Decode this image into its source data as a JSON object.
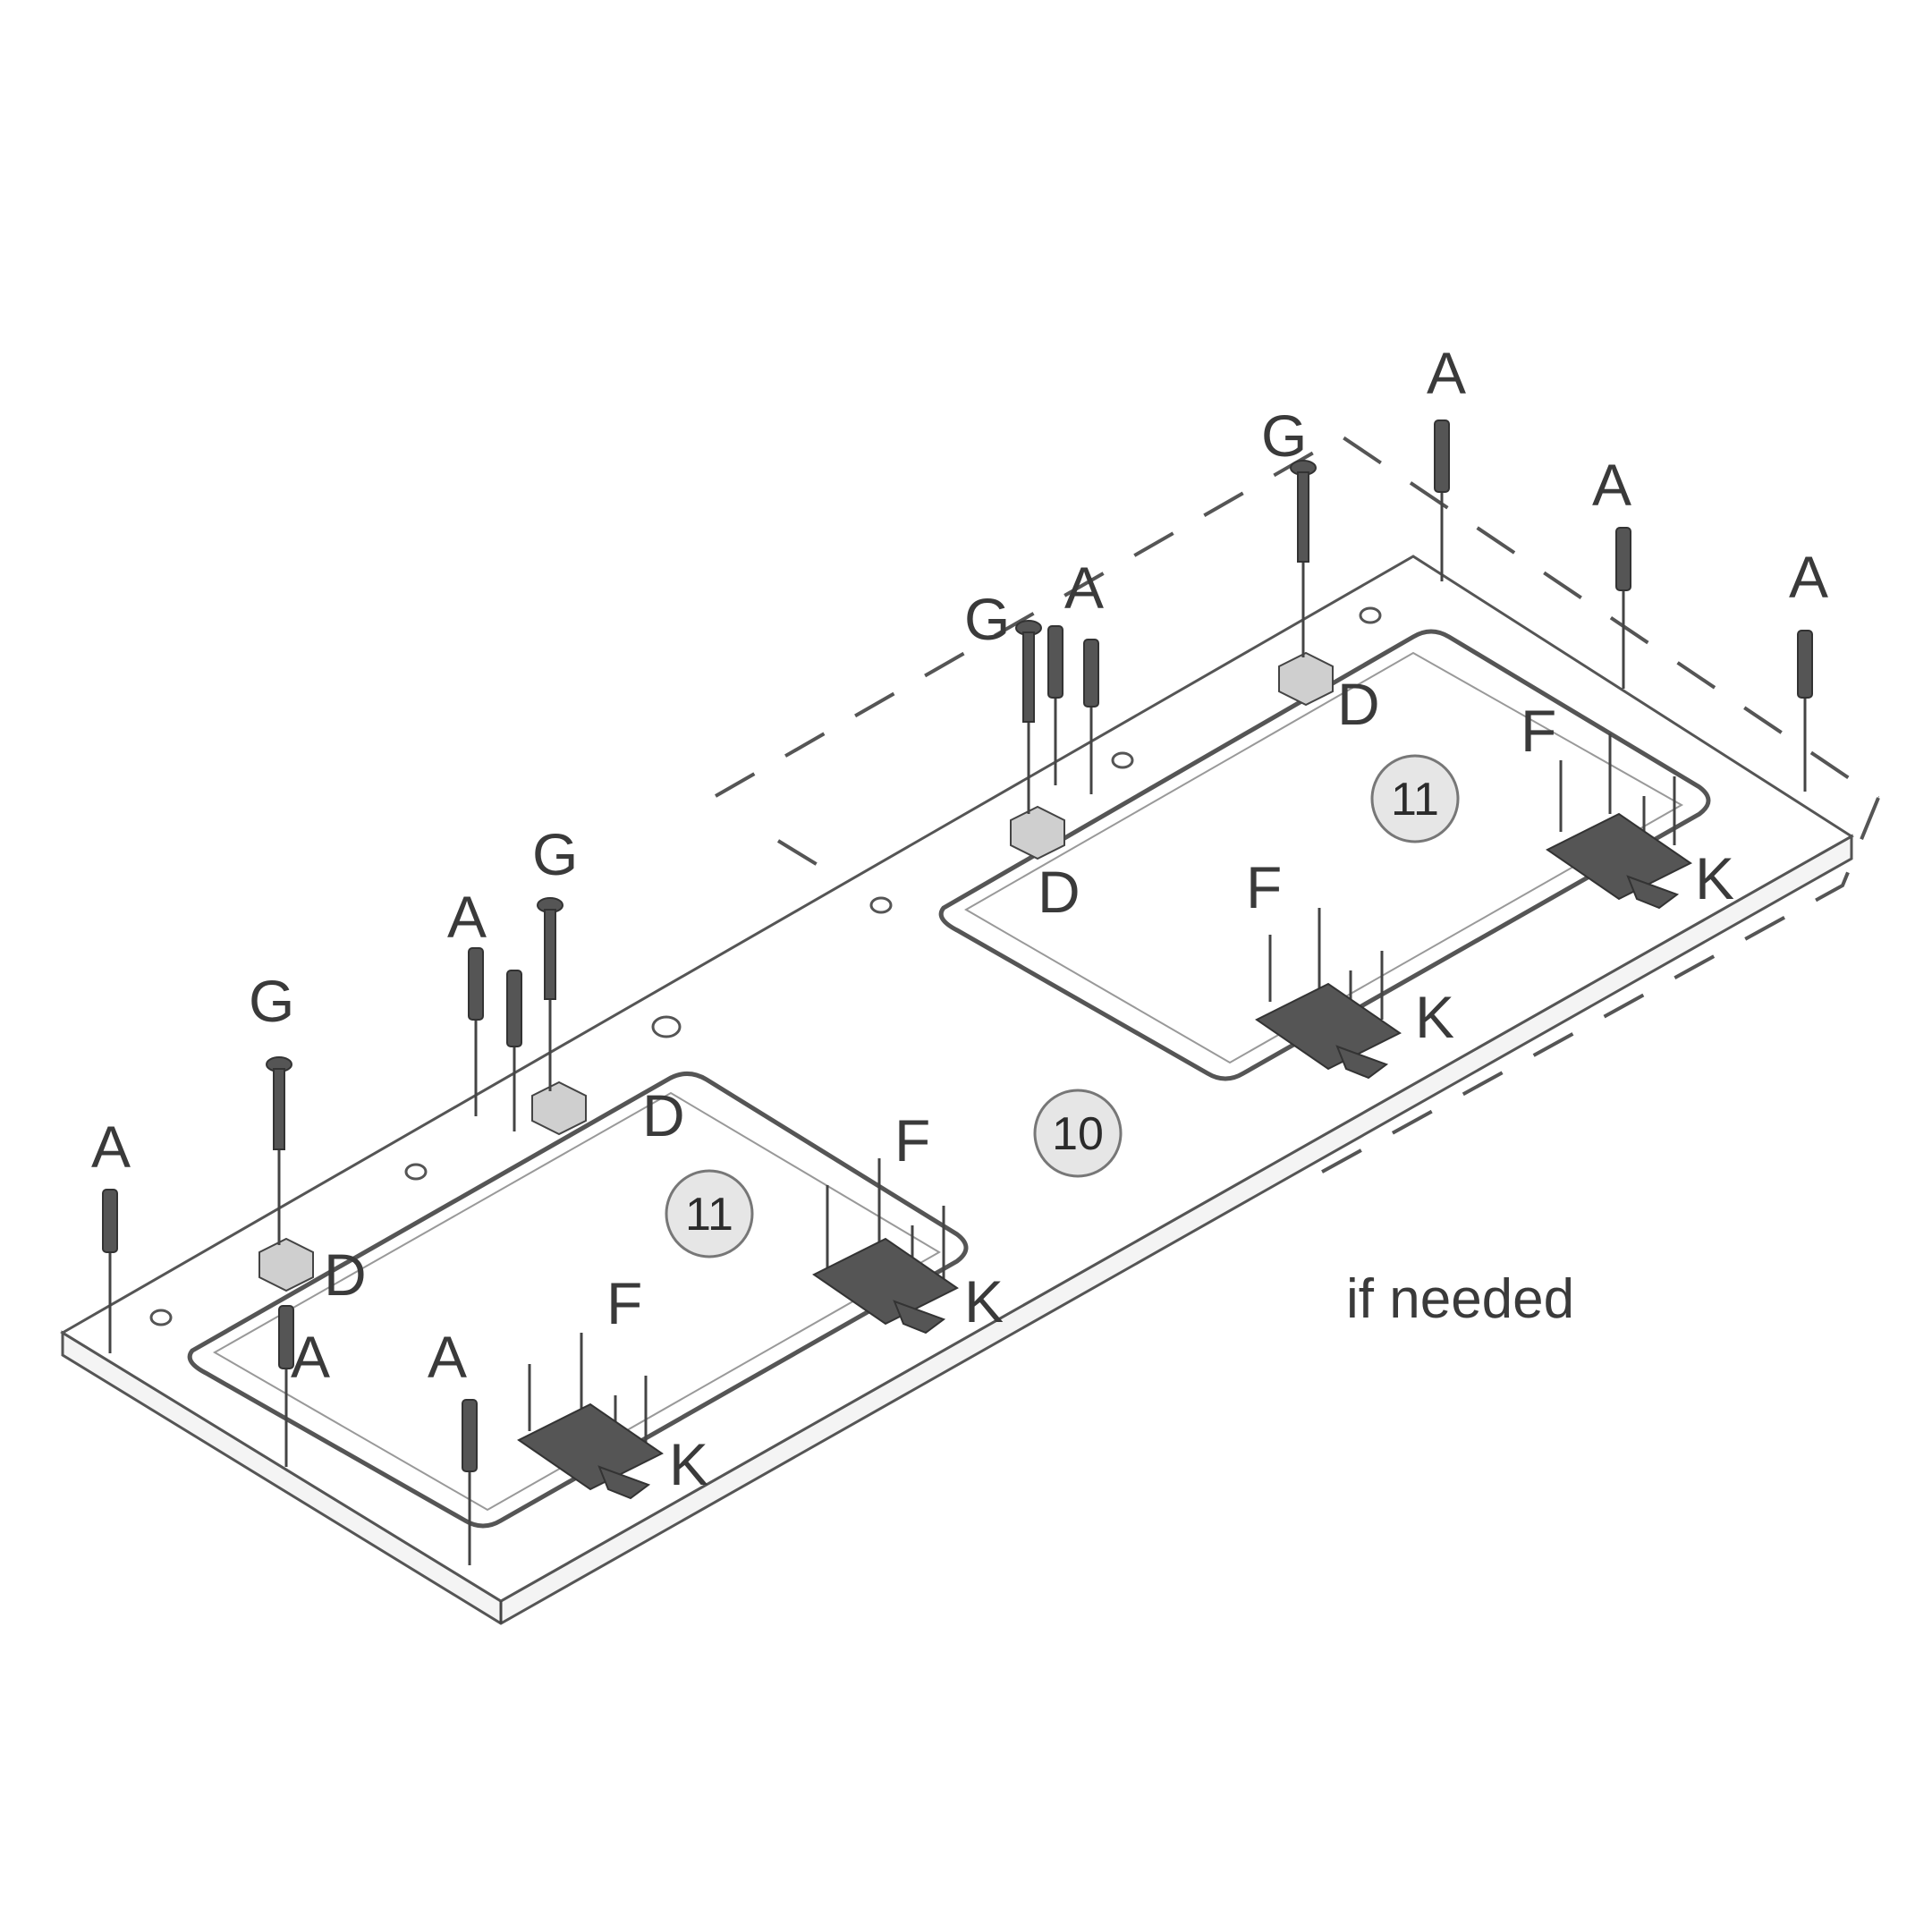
{
  "labels": {
    "a": "A",
    "d": "D",
    "f": "F",
    "g": "G",
    "k": "K"
  },
  "steps": {
    "left_basin": "11",
    "right_basin": "11",
    "middle": "10"
  },
  "note": "if needed"
}
